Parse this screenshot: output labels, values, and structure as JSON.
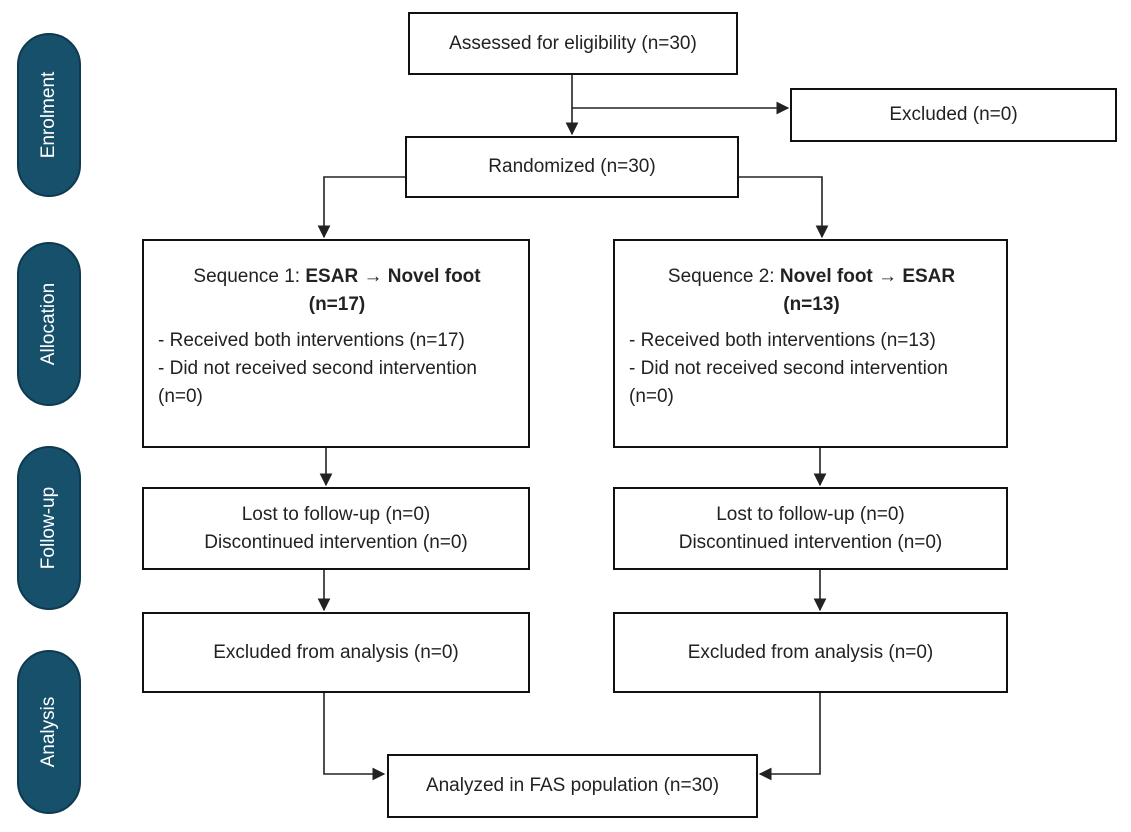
{
  "stages": [
    "Enrolment",
    "Allocation",
    "Follow-up",
    "Analysis"
  ],
  "assessed": "Assessed for eligibility (n=30)",
  "excluded": "Excluded (n=0)",
  "randomized": "Randomized (n=30)",
  "seq1": {
    "prefix": "Sequence 1: ",
    "bold": "ESAR → Novel foot",
    "n": "(n=17)",
    "item1": "- Received both interventions (n=17)",
    "item2": "- Did not received second intervention (n=0)"
  },
  "seq2": {
    "prefix": "Sequence 2: ",
    "bold": "Novel foot → ESAR",
    "n": "(n=13)",
    "item1": "- Received both interventions (n=13)",
    "item2": "- Did not received second intervention (n=0)"
  },
  "followup_left": {
    "line1": "Lost to follow-up (n=0)",
    "line2": "Discontinued intervention (n=0)"
  },
  "followup_right": {
    "line1": "Lost to follow-up (n=0)",
    "line2": "Discontinued intervention (n=0)"
  },
  "excluded_analysis_left": "Excluded from analysis (n=0)",
  "excluded_analysis_right": "Excluded from analysis (n=0)",
  "analyzed": "Analyzed in FAS population (n=30)"
}
